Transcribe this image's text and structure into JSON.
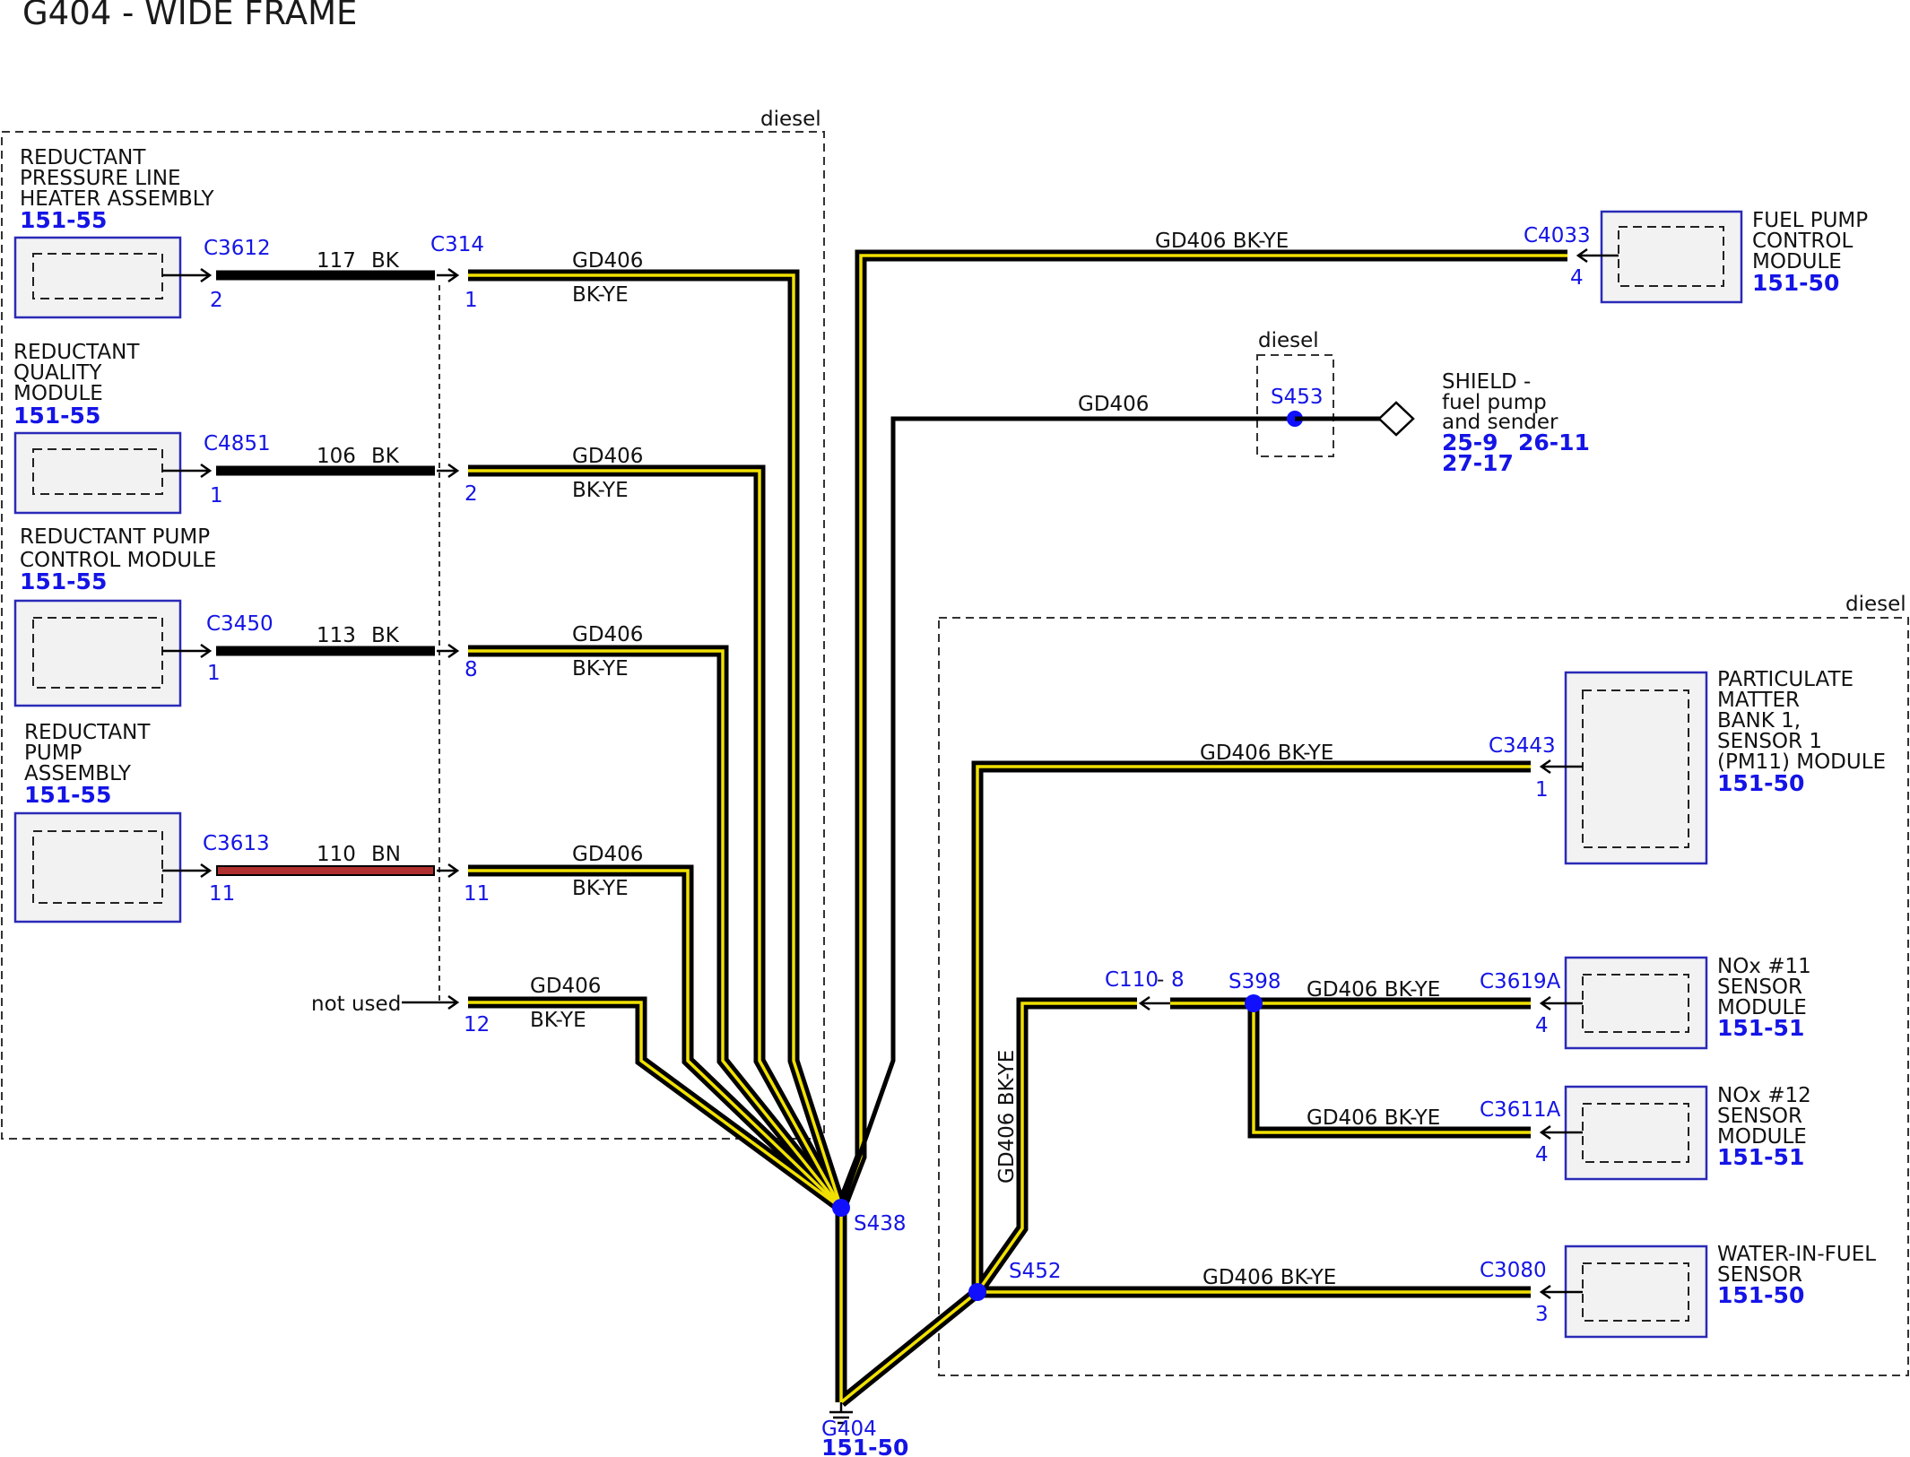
{
  "title": "G404 - WIDE FRAME",
  "zones": [
    "diesel",
    "diesel",
    "diesel"
  ],
  "modules": {
    "pressure_line_heater": {
      "name": [
        "REDUCTANT",
        "PRESSURE LINE",
        "HEATER ASSEMBLY"
      ],
      "ref": "151-55",
      "connector": "C3612",
      "pin": "2"
    },
    "quality_module": {
      "name": [
        "REDUCTANT",
        "QUALITY",
        "MODULE"
      ],
      "ref": "151-55",
      "connector": "C4851",
      "pin": "1"
    },
    "pump_control_module": {
      "name": [
        "REDUCTANT PUMP",
        "CONTROL MODULE"
      ],
      "ref": "151-55",
      "connector": "C3450",
      "pin": "1"
    },
    "pump_assembly": {
      "name": [
        "REDUCTANT",
        "PUMP",
        "ASSEMBLY"
      ],
      "ref": "151-55",
      "connector": "C3613",
      "pin": "11"
    },
    "fuel_pump_control": {
      "name": [
        "FUEL PUMP",
        "CONTROL",
        "MODULE"
      ],
      "ref": "151-50",
      "connector": "C4033",
      "pin": "4"
    },
    "particulate_matter": {
      "name": [
        "PARTICULATE",
        "MATTER",
        "BANK 1,",
        "SENSOR 1",
        "(PM11) MODULE"
      ],
      "ref": "151-50",
      "connector": "C3443",
      "pin": "1"
    },
    "nox11": {
      "name": [
        "NOx #11",
        "SENSOR",
        "MODULE"
      ],
      "ref": "151-51",
      "connector": "C3619A",
      "pin": "4"
    },
    "nox12": {
      "name": [
        "NOx #12",
        "SENSOR",
        "MODULE"
      ],
      "ref": "151-51",
      "connector": "C3611A",
      "pin": "4"
    },
    "water_in_fuel": {
      "name": [
        "WATER-IN-FUEL",
        "SENSOR"
      ],
      "ref": "151-50",
      "connector": "C3080",
      "pin": "3"
    }
  },
  "left_wires": [
    {
      "circuit": "117",
      "color": "BK"
    },
    {
      "circuit": "106",
      "color": "BK"
    },
    {
      "circuit": "113",
      "color": "BK"
    },
    {
      "circuit": "110",
      "color": "BN"
    }
  ],
  "c314": {
    "label": "C314",
    "pins": [
      "1",
      "2",
      "8",
      "11",
      "12"
    ],
    "not_used": "not used"
  },
  "gd_wire": {
    "circuit": "GD406",
    "color": "BK-YE",
    "combined": "GD406  BK-YE"
  },
  "shield": {
    "splice": "S453",
    "lines": [
      "SHIELD -",
      "fuel pump",
      "and sender"
    ],
    "refs": [
      "25-9",
      "26-11",
      "27-17"
    ]
  },
  "splices": {
    "s438": "S438",
    "s452": "S452",
    "s398": "S398"
  },
  "c110": {
    "label": "C110",
    "pin": "8"
  },
  "ground": {
    "label": "G404",
    "ref": "151-50"
  },
  "colors": {
    "blue_text": "#1414e6",
    "wire_yellow": "#f0e000",
    "wire_brown": "#b03030",
    "module_border": "#2a2ab8"
  }
}
